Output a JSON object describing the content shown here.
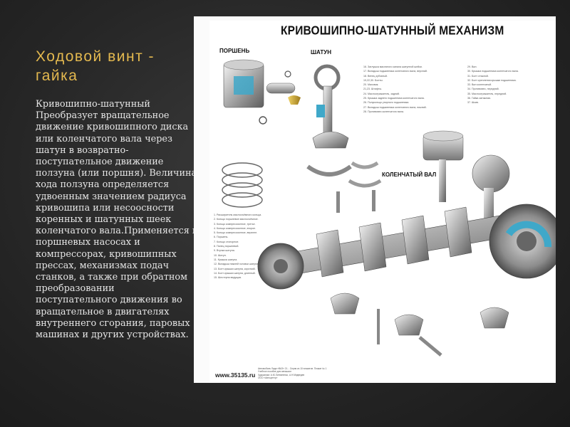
{
  "slide": {
    "title": "Ходовой винт - гайка",
    "body": "Кривошипно-шатунный Преобразует вращательное движение кривошипного диска или коленчатого вала через шатун в возвратно-поступательное движение ползуна (или поршня). Величина хода ползуна определяется удвоенным значением радиуса кривошипа или несоосности коренных и шатунных шеек коленчатого вала.Применяется в поршневых насосах и компрессорах, кривошипных прессах, механизмах подач станков, а также при обратном преобразовании поступательного движения во вращательное в двигателях внутреннего сгорания, паровых машинах и других устройствах."
  },
  "poster": {
    "title": "КРИВОШИПНО-ШАТУННЫЙ МЕХАНИЗМ",
    "sections": {
      "piston": "ПОРШЕНЬ",
      "rod": "ШАТУН",
      "crankshaft": "КОЛЕНЧАТЫЙ ВАЛ"
    },
    "legend_left": [
      "1. Расширитель маслосъёмного кольца.",
      "2. Кольцо поршневое маслосъёмное.",
      "3. Кольцо компрессионное, третье.",
      "4. Кольцо компрессионное, второе.",
      "5. Кольцо компрессионное, верхнее.",
      "6. Поршень.",
      "7. Кольцо стопорное.",
      "8. Палец поршневой.",
      "9. Втулка шатуна.",
      "10. Шатун.",
      "11. Крышка шатуна.",
      "12. Вкладыш нижней головки шатуна.",
      "13. Болт крышки шатуна, короткий.",
      "14. Болт крышки шатуна, длинный.",
      "15. Шестерня ведущая."
    ],
    "legend_mid": [
      "16. Заглушка масляного канала шатунной шейки.",
      "17. Вкладыш подшипника коленчатого вала, верхний.",
      "18. Венец зубчатый.",
      "19,22,30. Болты.",
      "20. Маховик.",
      "21,23. Штифты.",
      "24. Маслоотражатель, задний.",
      "25. Крышка заднего подшипника коленчатого вала.",
      "26. Полукольцо упорного подшипника.",
      "27. Вкладыш подшипника коленчатого вала, нижний.",
      "28. Противовес коленчатого вала."
    ],
    "legend_right": [
      "29. Вал.",
      "30. Крышка подшипника коленчатого вала.",
      "31. Болт стяжной.",
      "32. Болт крепления крышки подшипника.",
      "33. Вал коленчатый.",
      "34. Противовес, передний.",
      "35. Маслоотражатель, передний.",
      "36. Гайка затяжная.",
      "37. Шкив."
    ],
    "footer_url": "www.35135.ru",
    "footer_lines": [
      "Автомобиль Лада «ВАЗ» 21... Серия из 10 плакатов. Плакат № 1",
      "Учебное пособие для автошкол",
      "Художники: А.Ю.Литвиненко, А.Н.Медведев",
      "ООО «Автоцентр»"
    ]
  },
  "colors": {
    "title": "#e4b94f",
    "body_text": "#e6e6e6",
    "background": "#2a2a2a",
    "metal_blue": "#3fa8c9"
  }
}
